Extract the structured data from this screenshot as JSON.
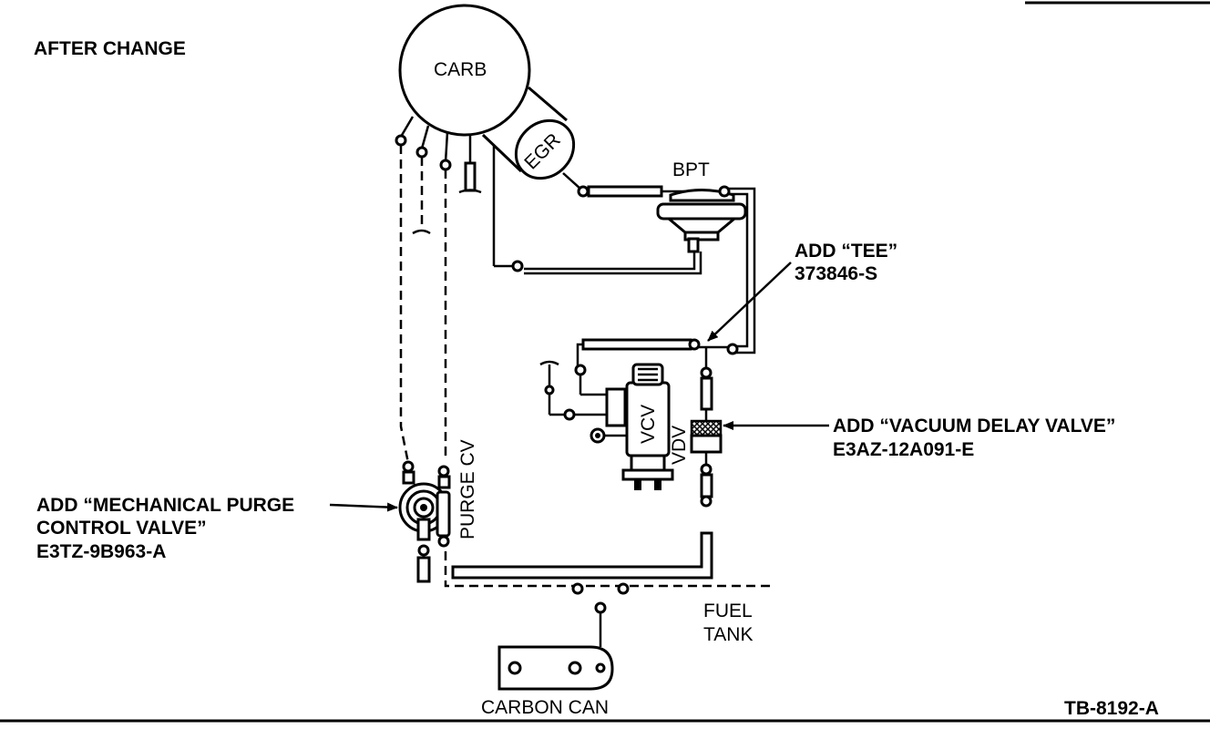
{
  "header": {
    "title": "AFTER CHANGE"
  },
  "components": {
    "carb": "CARB",
    "egr": "EGR",
    "bpt": "BPT",
    "vcv": "VCV",
    "vdv": "VDV",
    "purge_cv": "PURGE CV",
    "fuel_tank_line1": "FUEL",
    "fuel_tank_line2": "TANK",
    "carbon_can": "CARBON CAN"
  },
  "callouts": {
    "tee": {
      "line1": "ADD “TEE”",
      "line2": "373846-S"
    },
    "vacuum_delay_valve": {
      "line1": "ADD “VACUUM DELAY VALVE”",
      "line2": "E3AZ-12A091-E"
    },
    "mechanical_purge": {
      "line1": "ADD “MECHANICAL PURGE",
      "line2": "CONTROL VALVE”",
      "line3": "E3TZ-9B963-A"
    }
  },
  "footer": {
    "figure_id": "TB-8192-A"
  }
}
